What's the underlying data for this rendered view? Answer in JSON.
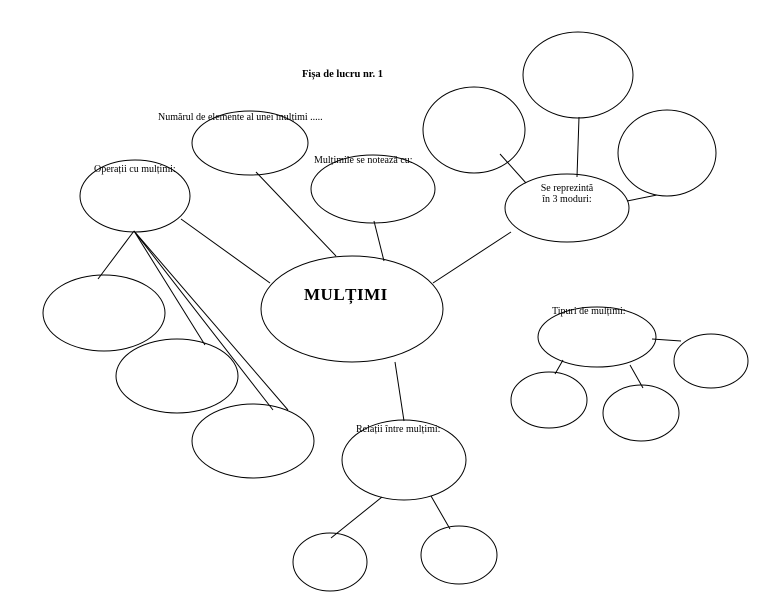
{
  "worksheet": {
    "title": "Fișa de lucru nr. 1",
    "central_topic": "MULȚIMI"
  },
  "branches": {
    "number_of_elements": "Numărul de elemente al unei  mulțimi .....",
    "notation": "Mulțimile se notează  cu:",
    "operations": "Operații cu mulțimi:",
    "representation_line1": "Se reprezintă",
    "representation_line2": "în 3 moduri:",
    "relations": "Relații între mulțimi:",
    "types": "Tipuri de mulțimi:"
  },
  "colors": {
    "stroke": "#000000",
    "background": "#ffffff"
  }
}
